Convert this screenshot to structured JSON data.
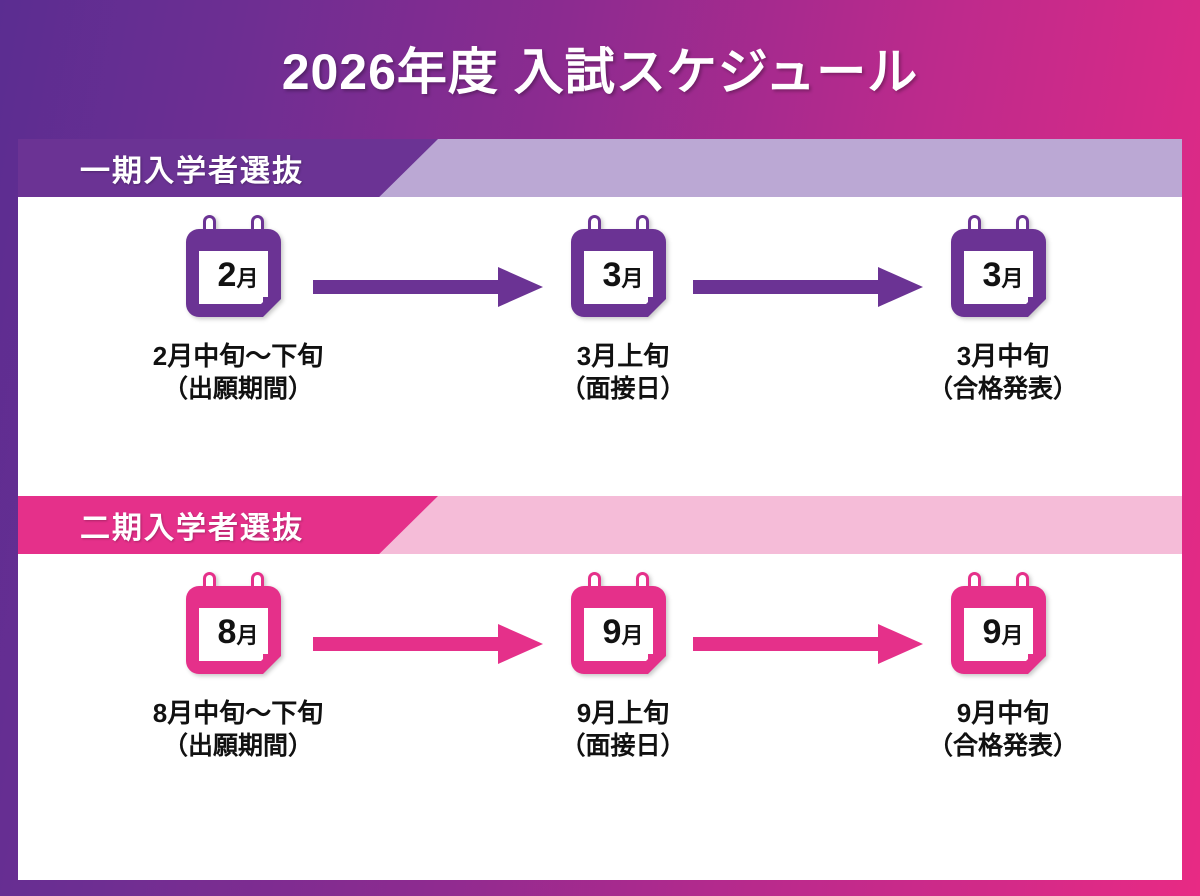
{
  "header": {
    "title": "2026年度 入試スケジュール"
  },
  "colors": {
    "bg_gradient_start": "#5b2d91",
    "bg_gradient_end": "#e82a84",
    "purple_dark": "#6b3394",
    "purple_light": "#bba8d4",
    "pink_dark": "#e5308a",
    "pink_light": "#f5bcd8",
    "card_bg": "#ffffff",
    "text_dark": "#111111",
    "text_light": "#ffffff"
  },
  "sections": [
    {
      "label": "一期入学者選抜",
      "accent": "purple",
      "steps": [
        {
          "icon": "calendar-icon",
          "month_number": "2",
          "month_suffix": "月",
          "label_main": "2月中旬〜下旬",
          "label_sub": "（出願期間）"
        },
        {
          "icon": "calendar-icon",
          "month_number": "3",
          "month_suffix": "月",
          "label_main": "3月上旬",
          "label_sub": "（面接日）"
        },
        {
          "icon": "calendar-icon",
          "month_number": "3",
          "month_suffix": "月",
          "label_main": "3月中旬",
          "label_sub": "（合格発表）"
        }
      ],
      "arrows": [
        "arrow-right-icon",
        "arrow-right-icon"
      ]
    },
    {
      "label": "二期入学者選抜",
      "accent": "pink",
      "steps": [
        {
          "icon": "calendar-icon",
          "month_number": "8",
          "month_suffix": "月",
          "label_main": "8月中旬〜下旬",
          "label_sub": "（出願期間）"
        },
        {
          "icon": "calendar-icon",
          "month_number": "9",
          "month_suffix": "月",
          "label_main": "9月上旬",
          "label_sub": "（面接日）"
        },
        {
          "icon": "calendar-icon",
          "month_number": "9",
          "month_suffix": "月",
          "label_main": "9月中旬",
          "label_sub": "（合格発表）"
        }
      ],
      "arrows": [
        "arrow-right-icon",
        "arrow-right-icon"
      ]
    }
  ]
}
